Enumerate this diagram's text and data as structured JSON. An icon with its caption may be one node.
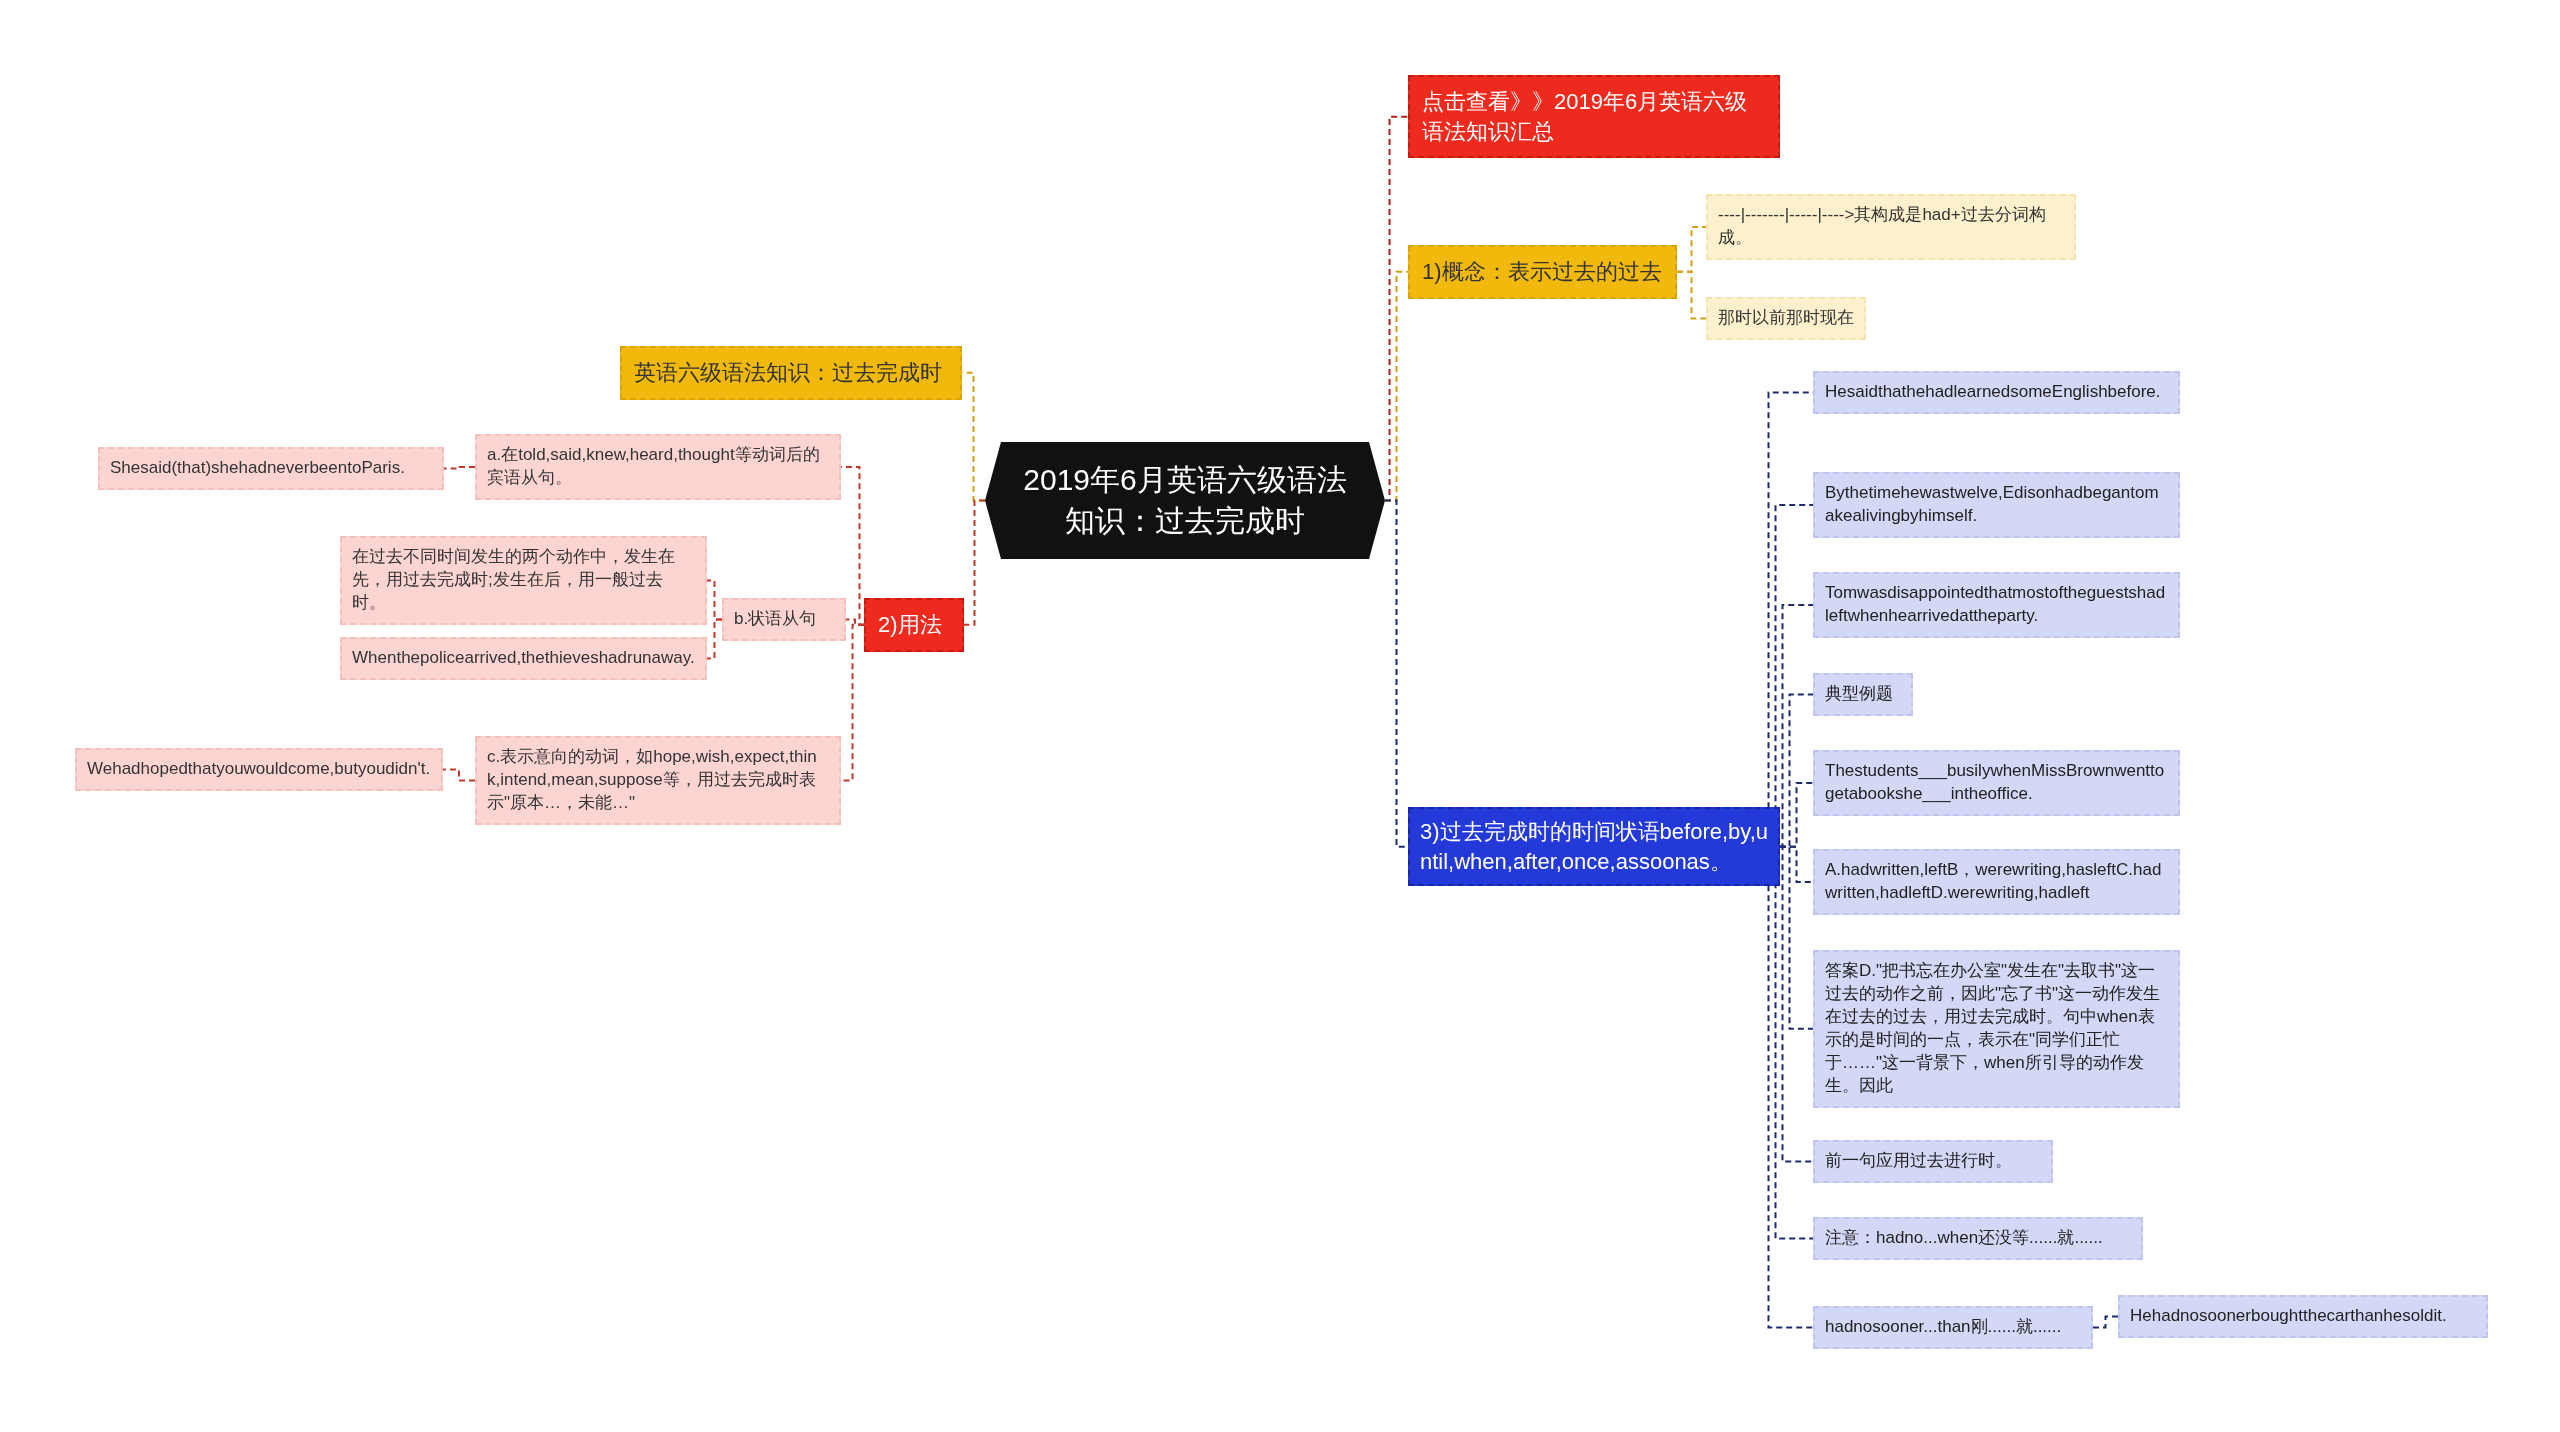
{
  "diagram": {
    "nodes": [
      {
        "text": [
          "2019年6月英语六级语法知识：过去完成时"
        ]
      },
      {
        "text": [
          "点击查看》》2019年6月英语六级语法知识汇总"
        ]
      },
      {
        "text": [
          "1)概念：表示过去的过去"
        ]
      },
      {
        "text": [
          "----|-------|-----|---->其构成是had+过去分词构成。"
        ]
      },
      {
        "text": [
          "那时以前那时现在"
        ]
      },
      {
        "text": [
          "3)过去完成时的时间状语before,by,until,when,after,once,assoonas。"
        ]
      },
      {
        "text": [
          "HesaidthathehadlearnedsomeEnglishbefore."
        ]
      },
      {
        "text": [
          "Bythetimehewastwelve,Edisonhadbegantomakealivingbyhimself."
        ]
      },
      {
        "text": [
          "Tomwasdisappointedthatmostoftheguestshadleftwhenhearrivedattheparty."
        ]
      },
      {
        "text": [
          "典型例题"
        ]
      },
      {
        "text": [
          "Thestudents___busilywhenMissBrownwenttogetabookshe___intheoffice."
        ]
      },
      {
        "text": [
          "A.hadwritten,leftB，werewriting,hasleftC.hadwritten,hadleftD.werewriting,hadleft"
        ]
      },
      {
        "text": [
          "答案D.\"把书忘在办公室\"发生在\"去取书\"这一过去的动作之前，因此\"忘了书\"这一动作发生在过去的过去，用过去完成时。句中when表示的是时间的一点，表示在\"同学们正忙于……\"这一背景下，when所引导的动作发生。因此"
        ]
      },
      {
        "text": [
          "前一句应用过去进行时。"
        ]
      },
      {
        "text": [
          "注意：hadno...when还没等......就......"
        ]
      },
      {
        "text": [
          "hadnosooner...than刚......就......"
        ]
      },
      {
        "text": [
          "Hehadnosoonerboughtthecarthanhesoldit."
        ]
      },
      {
        "text": [
          "英语六级语法知识：过去完成时"
        ]
      },
      {
        "text": [
          "2)用法"
        ]
      },
      {
        "text": [
          "a.在told,said,knew,heard,thought等动词后的宾语从句。"
        ]
      },
      {
        "text": [
          "Shesaid(that)shehadneverbeentoParis."
        ]
      },
      {
        "text": [
          "b.状语从句"
        ]
      },
      {
        "text": [
          "在过去不同时间发生的两个动作中，发生在先，用过去完成时;发生在后，用一般过去时。"
        ]
      },
      {
        "text": [
          "Whenthepolicearrived,thethieveshadrunaway."
        ]
      },
      {
        "text": [
          "c.表示意向的动词，如hope,wish,expect,think,intend,mean,suppose等，用过去完成时表示\"原本…，未能…\""
        ]
      },
      {
        "text": [
          "Wehadhopedthatyouwouldcome,butyoudidn't."
        ]
      }
    ],
    "edges": [
      {
        "from": 0,
        "to": 1,
        "arrow": "none",
        "color": "#b71c1c"
      },
      {
        "from": 0,
        "to": 2,
        "arrow": "none",
        "color": "#d4a017"
      },
      {
        "from": 2,
        "to": 3,
        "arrow": "none",
        "color": "#d4a017"
      },
      {
        "from": 2,
        "to": 4,
        "arrow": "none",
        "color": "#d4a017"
      },
      {
        "from": 0,
        "to": 5,
        "arrow": "none"
      },
      {
        "from": 5,
        "to": 6,
        "arrow": "none"
      },
      {
        "from": 5,
        "to": 7,
        "arrow": "none"
      },
      {
        "from": 5,
        "to": 8,
        "arrow": "none"
      },
      {
        "from": 5,
        "to": 9,
        "arrow": "none"
      },
      {
        "from": 5,
        "to": 10,
        "arrow": "none"
      },
      {
        "from": 5,
        "to": 11,
        "arrow": "none"
      },
      {
        "from": 5,
        "to": 12,
        "arrow": "none"
      },
      {
        "from": 5,
        "to": 13,
        "arrow": "none"
      },
      {
        "from": 5,
        "to": 14,
        "arrow": "none"
      },
      {
        "from": 5,
        "to": 15,
        "arrow": "none"
      },
      {
        "from": 15,
        "to": 16,
        "arrow": "none"
      },
      {
        "from": 0,
        "to": 17,
        "arrow": "none",
        "color": "#d4a017"
      },
      {
        "from": 0,
        "to": 18,
        "arrow": "none",
        "color": "#c0392b"
      },
      {
        "from": 18,
        "to": 19,
        "arrow": "none",
        "color": "#c0392b"
      },
      {
        "from": 19,
        "to": 20,
        "arrow": "none",
        "color": "#c0392b"
      },
      {
        "from": 18,
        "to": 21,
        "arrow": "none",
        "color": "#c0392b"
      },
      {
        "from": 21,
        "to": 22,
        "arrow": "none",
        "color": "#c0392b"
      },
      {
        "from": 21,
        "to": 23,
        "arrow": "none",
        "color": "#c0392b"
      },
      {
        "from": 18,
        "to": 24,
        "arrow": "none",
        "color": "#c0392b"
      },
      {
        "from": 24,
        "to": 25,
        "arrow": "none",
        "color": "#c0392b"
      }
    ]
  }
}
